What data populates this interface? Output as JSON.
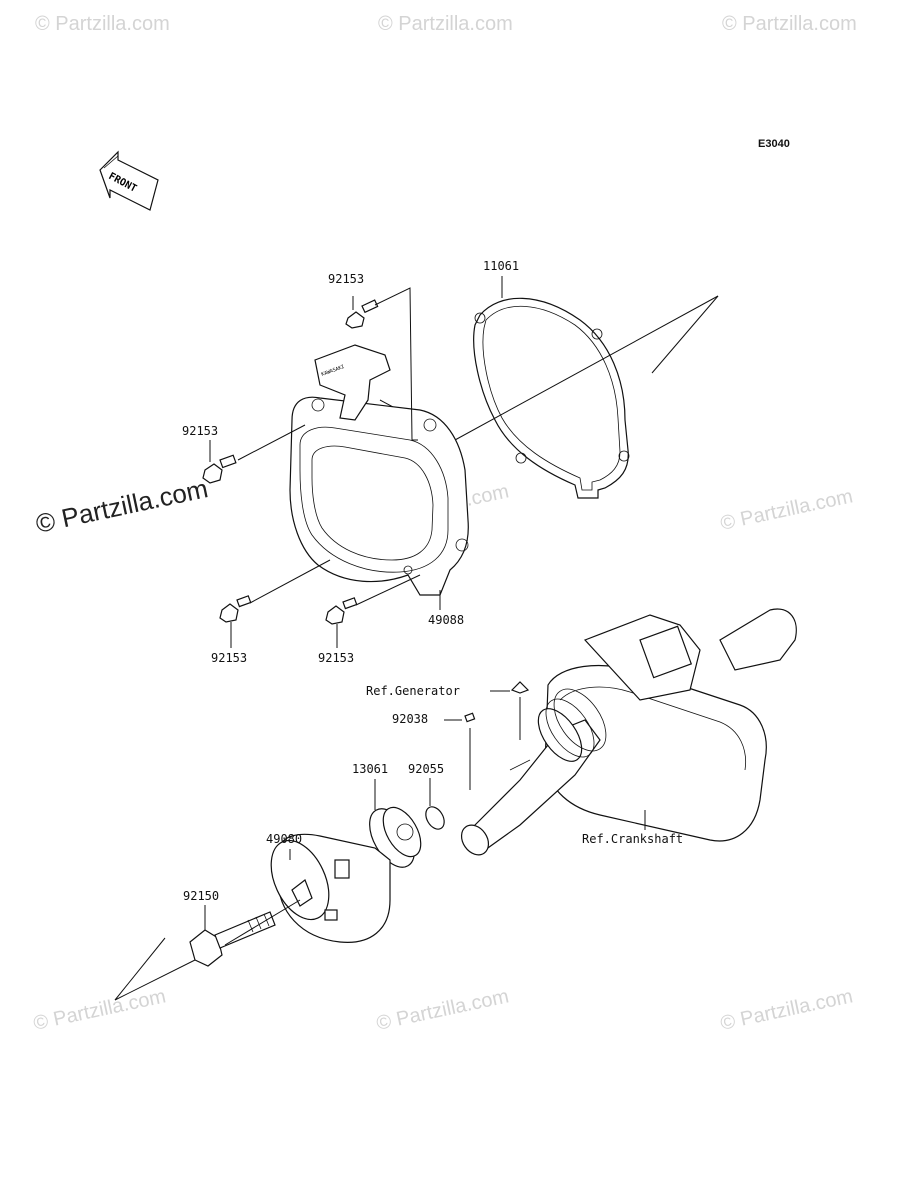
{
  "diagram": {
    "code": "E3040",
    "front_label": "FRONT",
    "watermarks": [
      "© Partzilla.com",
      "© Partzilla.com",
      "© Partzilla.com",
      "© Partzilla.com",
      "© Partzilla.com",
      "© Partzilla.com",
      "© Partzilla.com",
      "© Partzilla.com"
    ],
    "watermark_main": "© Partzilla.com",
    "recoil_badge": "KAWASAKI",
    "parts": {
      "p92153_top": "92153",
      "p11061": "11061",
      "p92153_left": "92153",
      "p49088": "49088",
      "p92153_bottom_left": "92153",
      "p92153_bottom_mid": "92153",
      "ref_generator": "Ref.Generator",
      "p92038": "92038",
      "p92055": "92055",
      "p13061": "13061",
      "p49080": "49080",
      "ref_crankshaft": "Ref.Crankshaft",
      "p92150": "92150"
    }
  }
}
